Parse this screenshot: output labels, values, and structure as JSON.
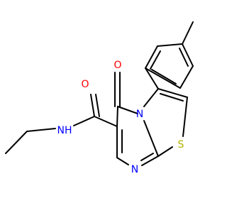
{
  "molecule": {
    "atom_labels": {
      "carbonyl_o": "O",
      "ring_o": "O",
      "amide_nh": "NH",
      "ring_n": "N",
      "pyrimidine_n": "N",
      "sulfur": "S"
    }
  },
  "colors": {
    "bond": "#000000",
    "oxygen": "#ff0000",
    "nitrogen": "#0000ff",
    "sulfur": "#b2b200",
    "background": "#ffffff"
  }
}
